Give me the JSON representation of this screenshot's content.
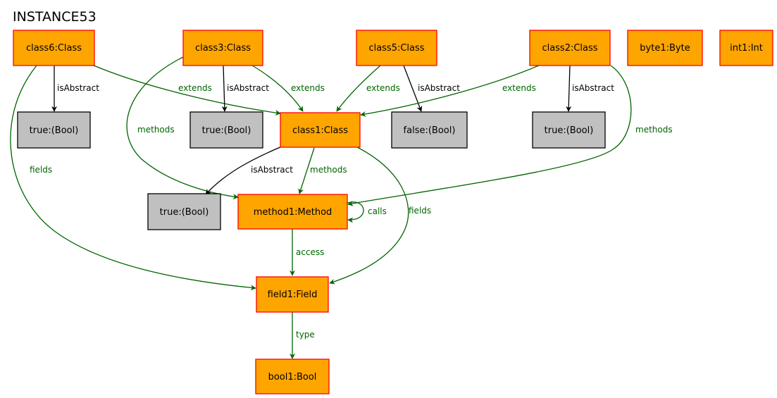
{
  "title": "INSTANCE53",
  "colors": {
    "object_fill": "#ffa500",
    "object_border": "#ff0000",
    "value_fill": "#c0c0c0",
    "value_border": "#000000",
    "green_edge": "#006400",
    "black_edge": "#000000"
  },
  "nodes": {
    "class6": "class6:Class",
    "class3": "class3:Class",
    "class5": "class5:Class",
    "class2": "class2:Class",
    "byte1": "byte1:Byte",
    "int1": "int1:Int",
    "true1": "true:(Bool)",
    "true2": "true:(Bool)",
    "class1": "class1:Class",
    "false1": "false:(Bool)",
    "true3": "true:(Bool)",
    "true4": "true:(Bool)",
    "method1": "method1:Method",
    "field1": "field1:Field",
    "bool1": "bool1:Bool"
  },
  "edges": {
    "class6_isAbstract": "isAbstract",
    "class6_extends": "extends",
    "class6_fields": "fields",
    "class3_isAbstract": "isAbstract",
    "class3_extends": "extends",
    "class3_methods": "methods",
    "class5_extends": "extends",
    "class5_isAbstract": "isAbstract",
    "class2_extends": "extends",
    "class2_isAbstract": "isAbstract",
    "class2_methods": "methods",
    "class1_isAbstract": "isAbstract",
    "class1_methods": "methods",
    "class1_fields": "fields",
    "method1_calls": "calls",
    "method1_access": "access",
    "field1_type": "type"
  }
}
